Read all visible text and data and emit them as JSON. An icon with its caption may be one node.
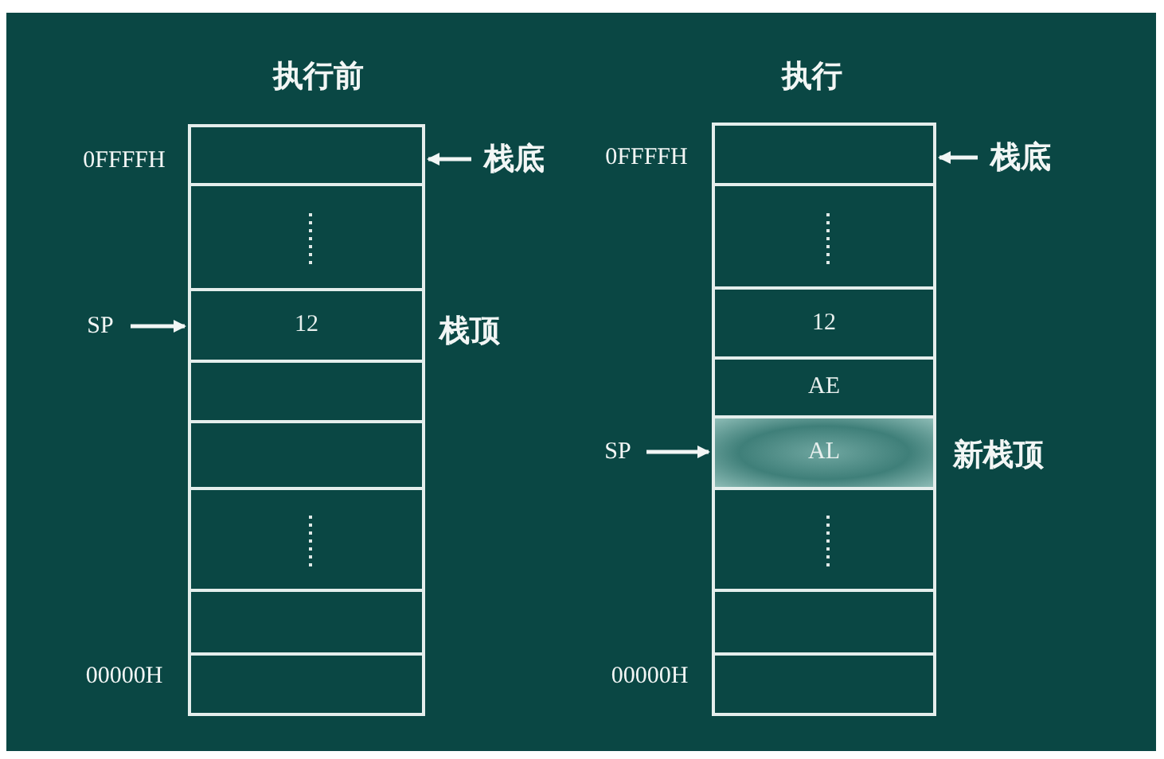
{
  "diagram": {
    "nodes": [
      {
        "text": [],
        "shape": "box"
      },
      {
        "text": [],
        "shape": "box"
      },
      {
        "text": [
          "12"
        ]
      },
      {
        "text": [],
        "shape": "box"
      },
      {
        "text": [],
        "shape": "box"
      },
      {
        "text": [],
        "shape": "box"
      },
      {
        "text": [],
        "shape": "box"
      },
      {
        "text": [],
        "shape": "box"
      },
      {
        "text": [
          "栈底"
        ]
      },
      {
        "text": [
          "SP"
        ]
      },
      {
        "text": [],
        "shape": "box"
      },
      {
        "text": [],
        "shape": "box"
      },
      {
        "text": [
          "12"
        ]
      },
      {
        "text": [
          "AE"
        ]
      },
      {
        "text": [
          "AL"
        ]
      },
      {
        "text": [],
        "shape": "box"
      },
      {
        "text": [],
        "shape": "box"
      },
      {
        "text": [],
        "shape": "box"
      },
      {
        "text": [
          "栈底"
        ]
      },
      {
        "text": [
          "SP"
        ]
      }
    ],
    "edges": [
      {
        "from": 8,
        "to": 0,
        "arrow": "to"
      },
      {
        "from": 9,
        "to": 2,
        "arrow": "to"
      },
      {
        "from": 18,
        "to": 10,
        "arrow": "to"
      },
      {
        "from": 19,
        "to": 14,
        "arrow": "to"
      }
    ],
    "labels": [
      "执行前",
      "执行",
      "0FFFFH",
      "0FFFFH",
      "栈顶",
      "新栈顶",
      "00000H",
      "00000H"
    ]
  }
}
